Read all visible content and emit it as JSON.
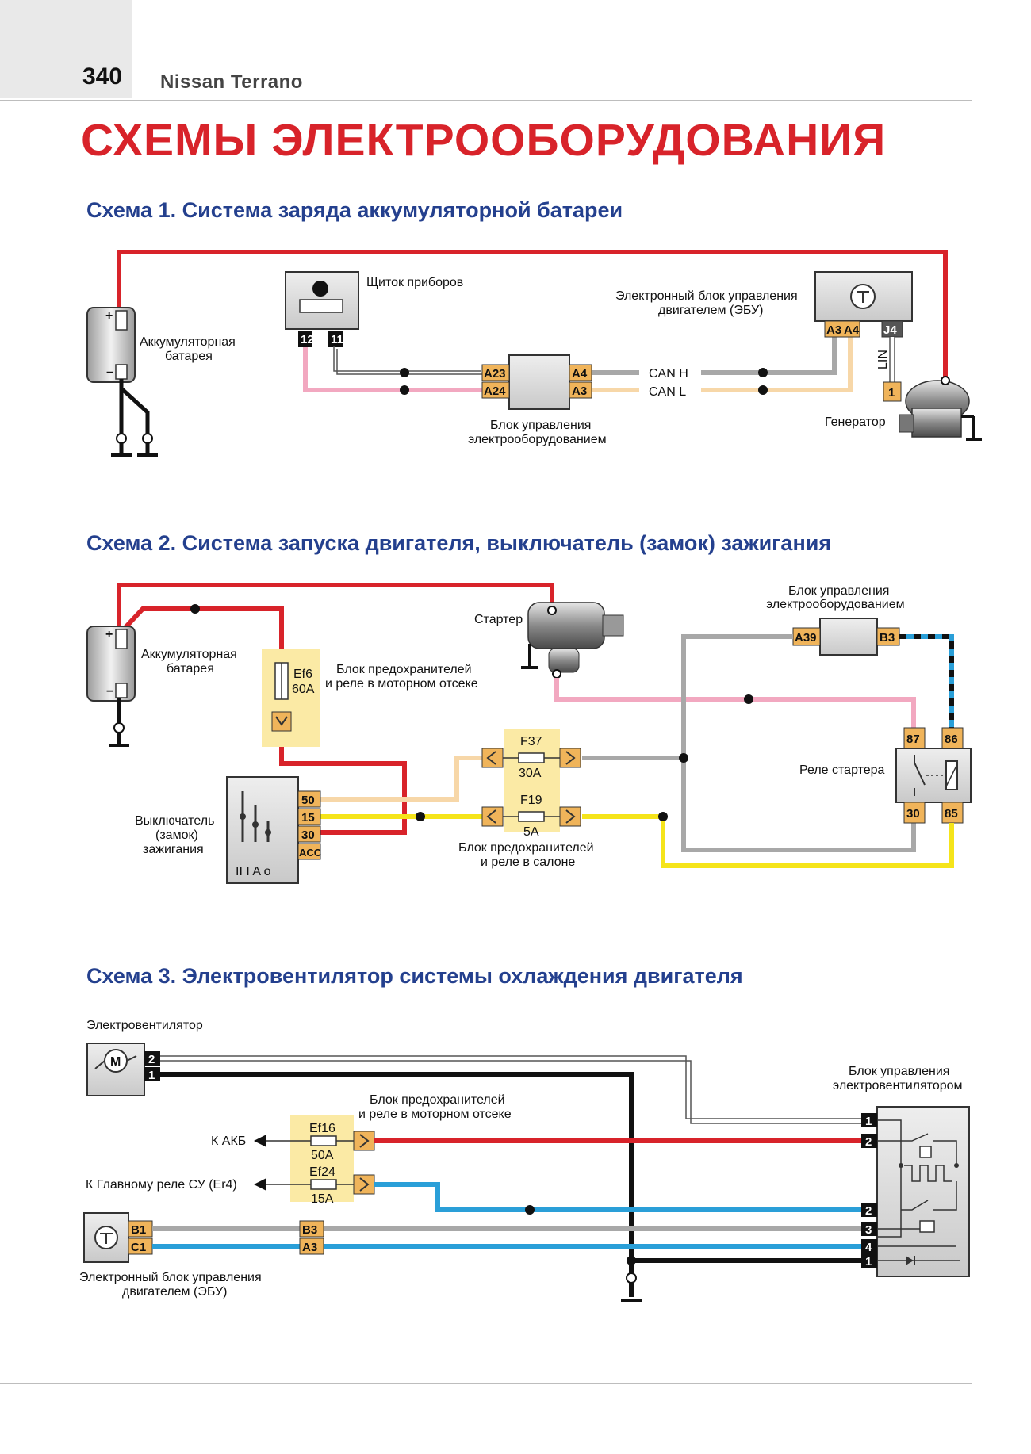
{
  "page": {
    "number": "340",
    "book_title": "Nissan Terrano",
    "main_title": "СХЕМЫ ЭЛЕКТРООБОРУДОВАНИЯ"
  },
  "colors": {
    "red": "#d8232a",
    "pink": "#f2a8c0",
    "gray": "#a8a8a8",
    "beige": "#f7d7a8",
    "yellow": "#f5e41a",
    "blue": "#2a9fd8",
    "black": "#111111",
    "connector": "#f0b45a",
    "fusebox": "#fbeaa5",
    "title_blue": "#24408e"
  },
  "scheme1": {
    "title": "Схема 1. Система заряда аккумуляторной батареи",
    "battery_label": [
      "Аккумуляторная",
      "батарея"
    ],
    "cluster_label": "Щиток приборов",
    "cluster_pins": [
      "12",
      "11"
    ],
    "ecu_label": [
      "Электронный блок управления",
      "двигателем (ЭБУ)"
    ],
    "ecu_pins": [
      "A3",
      "A4",
      "J4"
    ],
    "bcm_label": [
      "Блок управления",
      "электрооборудованием"
    ],
    "bcm_left_pins": [
      "A23",
      "A24"
    ],
    "bcm_right_pins": [
      "A4",
      "A3"
    ],
    "can_h": "CAN H",
    "can_l": "CAN L",
    "lin": "LIN",
    "generator_pin": "1",
    "generator_label": "Генератор"
  },
  "scheme2": {
    "title": "Схема 2. Система запуска двигателя, выключатель (замок) зажигания",
    "battery_label": [
      "Аккумуляторная",
      "батарея"
    ],
    "starter_label": "Стартер",
    "fuse_ef6": [
      "Ef6",
      "60A"
    ],
    "engine_fusebox_label": [
      "Блок предохранителей",
      "и реле в моторном отсеке"
    ],
    "bcm_label": [
      "Блок управления",
      "электрооборудованием"
    ],
    "bcm_pins": [
      "A39",
      "B3"
    ],
    "relay_label": "Реле стартера",
    "relay_pins": [
      "87",
      "86",
      "30",
      "85"
    ],
    "fuse_f37": [
      "F37",
      "30A"
    ],
    "fuse_f19": [
      "F19",
      "5A"
    ],
    "cabin_fusebox_label": [
      "Блок предохранителей",
      "и реле в салоне"
    ],
    "switch_label": [
      "Выключатель",
      "(замок)",
      "зажигания"
    ],
    "switch_pins": [
      "50",
      "15",
      "30",
      "ACC"
    ],
    "switch_positions": "II I A o"
  },
  "scheme3": {
    "title": "Схема 3. Электровентилятор системы охлаждения двигателя",
    "fan_label": "Электровентилятор",
    "motor_symbol": "M",
    "fan_pins": [
      "2",
      "1"
    ],
    "fan_ctrl_label": [
      "Блок управления",
      "электровентилятором"
    ],
    "fan_ctrl_pins": [
      "1",
      "2",
      "2",
      "3",
      "4",
      "1"
    ],
    "fusebox_label": [
      "Блок предохранителей",
      "и реле в моторном отсеке"
    ],
    "fuse_ef16": [
      "Ef16",
      "50A"
    ],
    "fuse_ef24": [
      "Ef24",
      "15A"
    ],
    "to_battery": "К АКБ",
    "to_main_relay": "К Главному реле СУ (Er4)",
    "ecu_pins": [
      "B1",
      "C1"
    ],
    "ecu_mid_pins": [
      "B3",
      "A3"
    ],
    "ecu_label": [
      "Электронный блок управления",
      "двигателем (ЭБУ)"
    ]
  }
}
